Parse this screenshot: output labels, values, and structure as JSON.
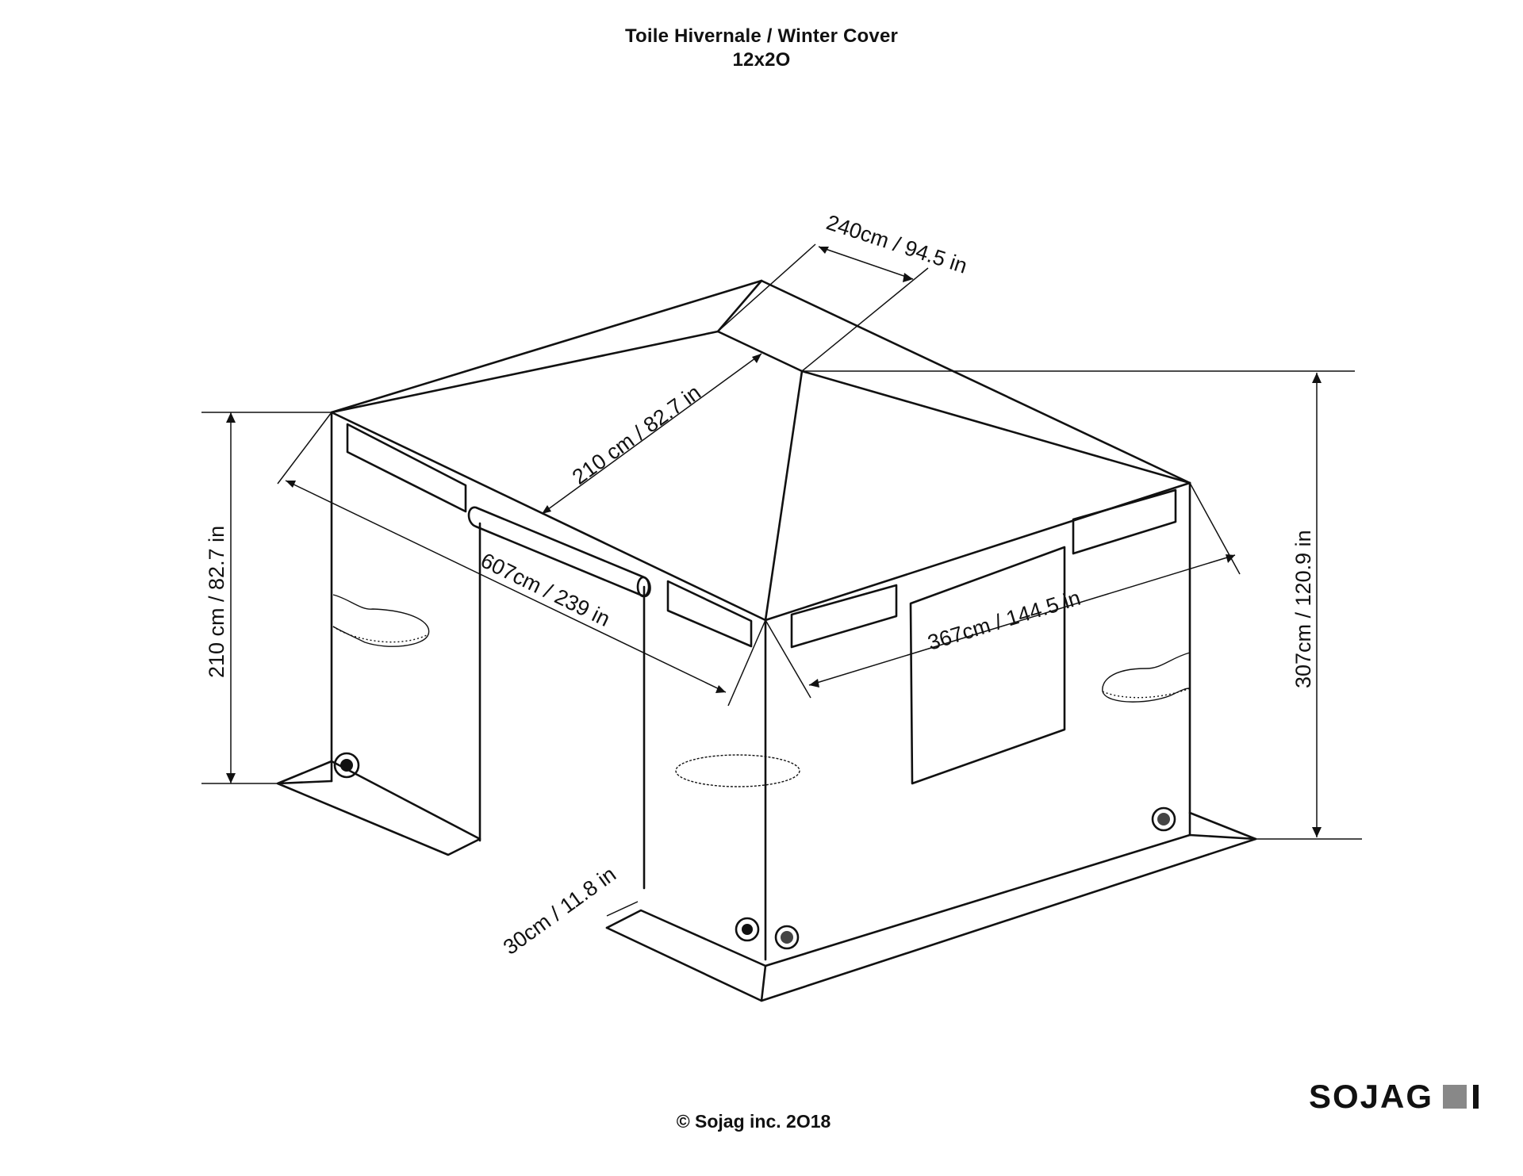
{
  "title": {
    "line1": "Toile Hivernale / Winter Cover",
    "line2": "12x2O"
  },
  "dimensions": {
    "peak_width": "240cm / 94.5 in",
    "roof_slope": "210 cm / 82.7 in",
    "wall_height": "210 cm / 82.7 in",
    "length": "607cm / 239 in",
    "width": "367cm / 144.5 in",
    "total_height": "307cm / 120.9 in",
    "skirt": "30cm / 11.8 in"
  },
  "footer": {
    "copyright": "© Sojag inc. 2O18",
    "logo": "SOJAG"
  }
}
